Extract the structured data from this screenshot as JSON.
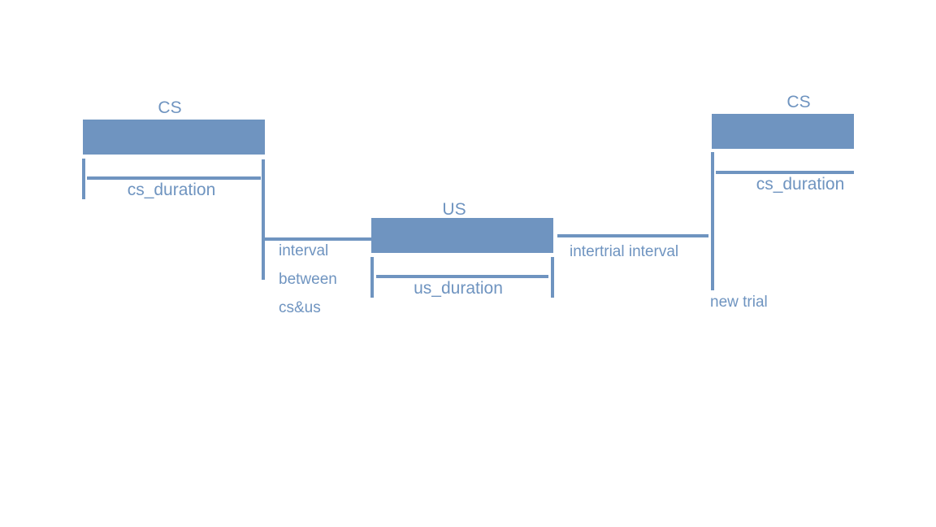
{
  "colors": {
    "primary": "#6f94c0",
    "background": "#ffffff"
  },
  "diagram": {
    "cs_first": {
      "title": "CS",
      "duration_label": "cs_duration"
    },
    "interval_between": {
      "line1": "interval",
      "line2": "between",
      "line3": "cs&us"
    },
    "us": {
      "title": "US",
      "duration_label": "us_duration"
    },
    "intertrial": {
      "label": "intertrial interval"
    },
    "new_trial": {
      "label": "new trial"
    },
    "cs_second": {
      "title": "CS",
      "duration_label": "cs_duration"
    }
  }
}
